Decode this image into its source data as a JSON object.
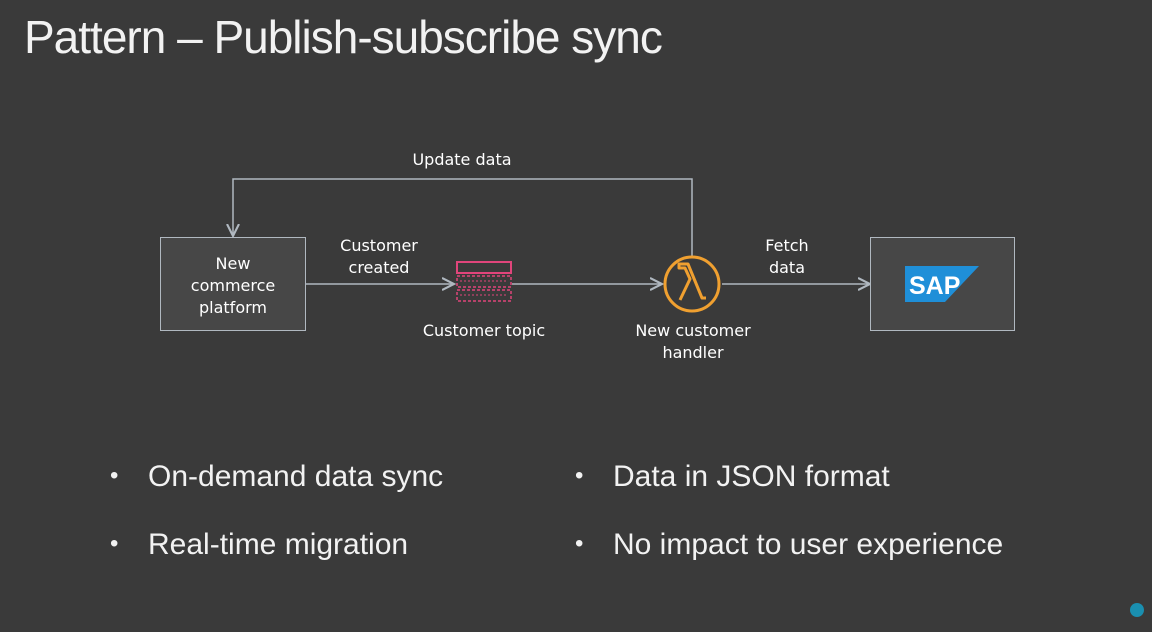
{
  "title": "Pattern – Publish-subscribe sync",
  "diagram": {
    "nodes": {
      "commerce": "New commerce platform",
      "topic": "Customer topic",
      "handler": "New customer handler",
      "sap": "SAP"
    },
    "edges": {
      "customer_created": "Customer created",
      "fetch_data": "Fetch data",
      "update_data": "Update data"
    }
  },
  "bullets": {
    "left": [
      "On-demand data sync",
      "Real-time migration"
    ],
    "right": [
      "Data in JSON format",
      "No impact to user experience"
    ]
  },
  "colors": {
    "background": "#3a3a3a",
    "lambda": "#f0a030",
    "topic": "#e0457b",
    "sap": "#1f8fd8",
    "accent_dot": "#1a8fb0"
  }
}
